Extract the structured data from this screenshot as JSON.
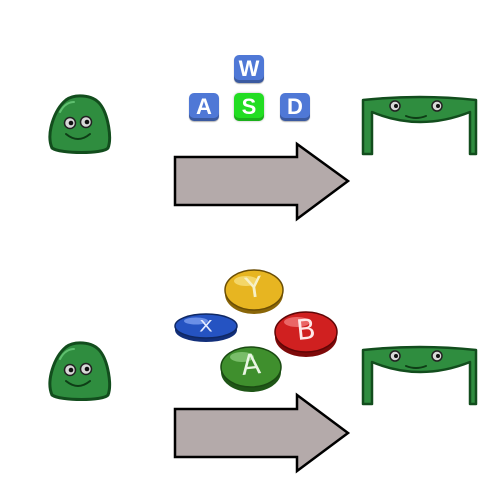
{
  "colors": {
    "blob": "#2f8d3f",
    "blob_outline": "#124d1d",
    "arrow_fill": "#b4aaaa",
    "arrow_stroke": "#000000",
    "key_default": "#4f78d6",
    "key_highlight": "#22dd22",
    "btn_yellow": "#e7b521",
    "btn_red": "#d02020",
    "btn_green": "#3f8f2d",
    "btn_blue": "#2553c2"
  },
  "keyboard": {
    "keys": [
      {
        "label": "W",
        "pressed": false
      },
      {
        "label": "A",
        "pressed": false
      },
      {
        "label": "S",
        "pressed": true
      },
      {
        "label": "D",
        "pressed": false
      }
    ]
  },
  "gamepad": {
    "buttons": [
      {
        "label": "Y",
        "color": "yellow",
        "pressed": false
      },
      {
        "label": "X",
        "color": "blue",
        "pressed": true
      },
      {
        "label": "B",
        "color": "red",
        "pressed": false
      },
      {
        "label": "A",
        "color": "green",
        "pressed": false
      }
    ]
  },
  "icons": {
    "character_before": "blob-character-icon",
    "character_after": "flattened-character-icon",
    "transition_arrow": "right-arrow-icon"
  }
}
